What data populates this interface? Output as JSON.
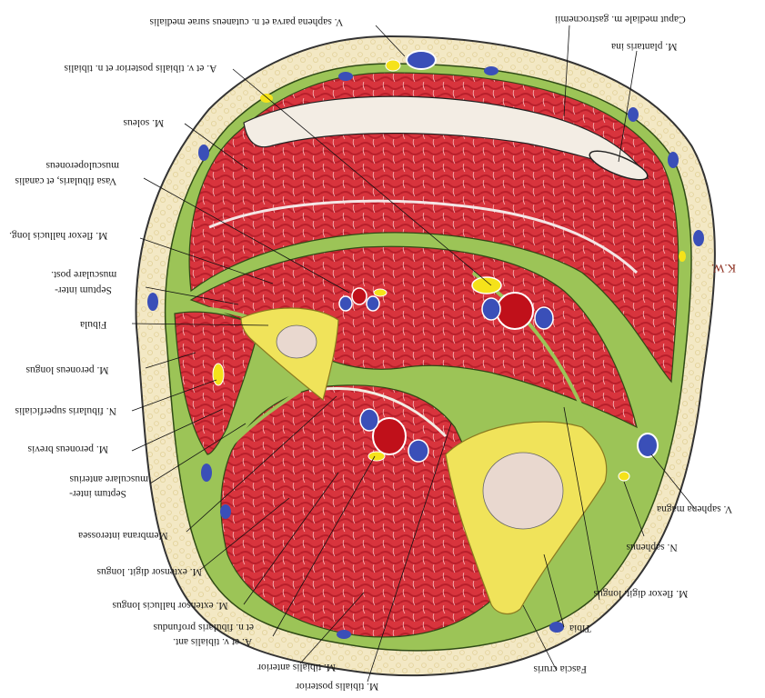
{
  "labels": {
    "v_saphena_parva": "V. saphena parva et n. cutaneus surae medialis",
    "caput_mediale": "Caput mediale m. gastrocnemii",
    "a_tibialis_posterior": "A. et v. tibialis posterior et n. tibialis",
    "m_plantaris": "M. plantaris ina",
    "m_soleus": "M. soleus",
    "musculoperoneus": "musculoperoneus",
    "vasa_fibularis": "Vasa fibularis, et canalis",
    "m_flexor_hallucis": "M. flexor hallucis long.",
    "musculare_post": "musculare post.",
    "septum_inter_post": "Septum inter-",
    "fibula": "Fibula",
    "m_peroneus_longus": "M. peroneus longus",
    "n_fibularis_superficialis": "N. fibularis superficialis",
    "m_peroneus_brevis": "M. peroneus brevis",
    "musculare_anterius": "musculare anterius",
    "septum_inter_ant": "Septum inter-",
    "membrana_interossea": "Membrana interossea",
    "m_extensor_digit": "M. extensor digit. longus",
    "m_extensor_hallucis": "M. extensor hallucis longus",
    "et_n_fibularis_profundus": "et n. fibularis profundus",
    "a_tibialis_ant": "A. et v. tibialis ant.",
    "m_tibialis_anterior": "M. tibialis anterior",
    "m_tibialis_posterior": "M. tibialis posterior",
    "fascia_cruris": "Fascia cruris",
    "tibia": "Tibia",
    "m_flexor_digit": "M. flexor digit. longus",
    "n_saphenus": "N. saphenus",
    "v_saphena_magna": "V. saphena magna",
    "signature": "K.W."
  },
  "colors": {
    "skin": "#f3e8c4",
    "fascia": "#9cc457",
    "muscle": "#d8343d",
    "muscle_dark": "#b81f2b",
    "bone": "#f0e35a",
    "marrow": "#e9d8cf",
    "vein": "#3a4fb8",
    "artery": "#c0101a",
    "nerve": "#f5e21a"
  }
}
